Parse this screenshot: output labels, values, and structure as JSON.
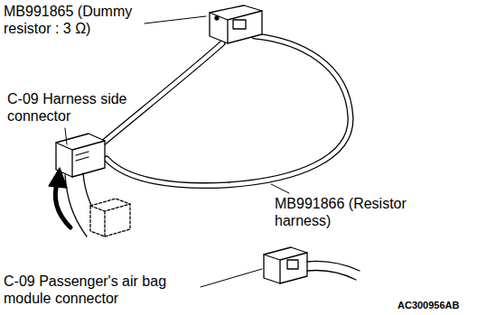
{
  "diagram": {
    "labels": [
      "MB991865 (Dummy resistor : 3 Ω)",
      "C-09 Harness side connector",
      "MB991866 (Resistor harness)",
      "C-09 Passenger's air bag module connector",
      "AC300956AB"
    ]
  }
}
